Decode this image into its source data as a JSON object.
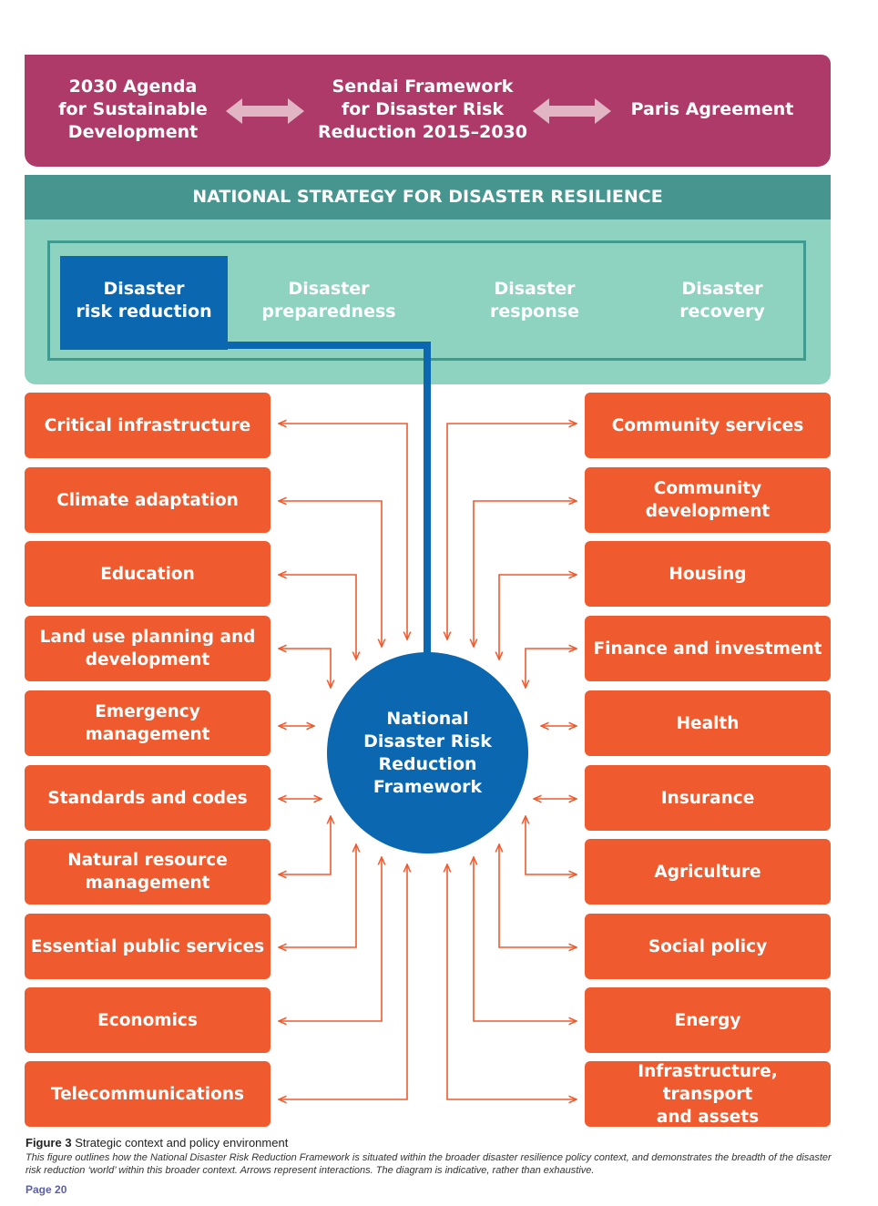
{
  "frameworks": {
    "left": "2030 Agenda\nfor Sustainable\nDevelopment",
    "center": "Sendai Framework\nfor Disaster Risk\nReduction 2015–2030",
    "right": "Paris Agreement"
  },
  "strategy": {
    "title": "NATIONAL STRATEGY FOR DISASTER RESILIENCE",
    "phases": [
      "Disaster\nrisk reduction",
      "Disaster\npreparedness",
      "Disaster\nresponse",
      "Disaster\nrecovery"
    ]
  },
  "center_node": "National\nDisaster Risk\nReduction\nFramework",
  "left_sectors": [
    "Critical infrastructure",
    "Climate adaptation",
    "Education",
    "Land use planning and\ndevelopment",
    "Emergency\nmanagement",
    "Standards and codes",
    "Natural resource\nmanagement",
    "Essential public services",
    "Economics",
    "Telecommunications"
  ],
  "right_sectors": [
    "Community services",
    "Community development",
    "Housing",
    "Finance and investment",
    "Health",
    "Insurance",
    "Agriculture",
    "Social policy",
    "Energy",
    "Infrastructure, transport\nand assets"
  ],
  "caption": {
    "figure_label": "Figure 3",
    "figure_title": " Strategic context and policy environment",
    "description": "This figure outlines how the National Disaster Risk Reduction Framework is situated within the broader disaster resilience policy context, and demonstrates the breadth of the disaster risk reduction ‘world’ within this broader context. Arrows represent interactions. The diagram is indicative, rather than exhaustive."
  },
  "page_label": "Page 20",
  "colors": {
    "framework_band": "#ae3a6a",
    "strategy_bar": "#46958f",
    "strategy_area": "#8dd3c0",
    "blue": "#0a67b0",
    "orange": "#ef5a2e",
    "arrow_pale": "#e2b5c5"
  }
}
